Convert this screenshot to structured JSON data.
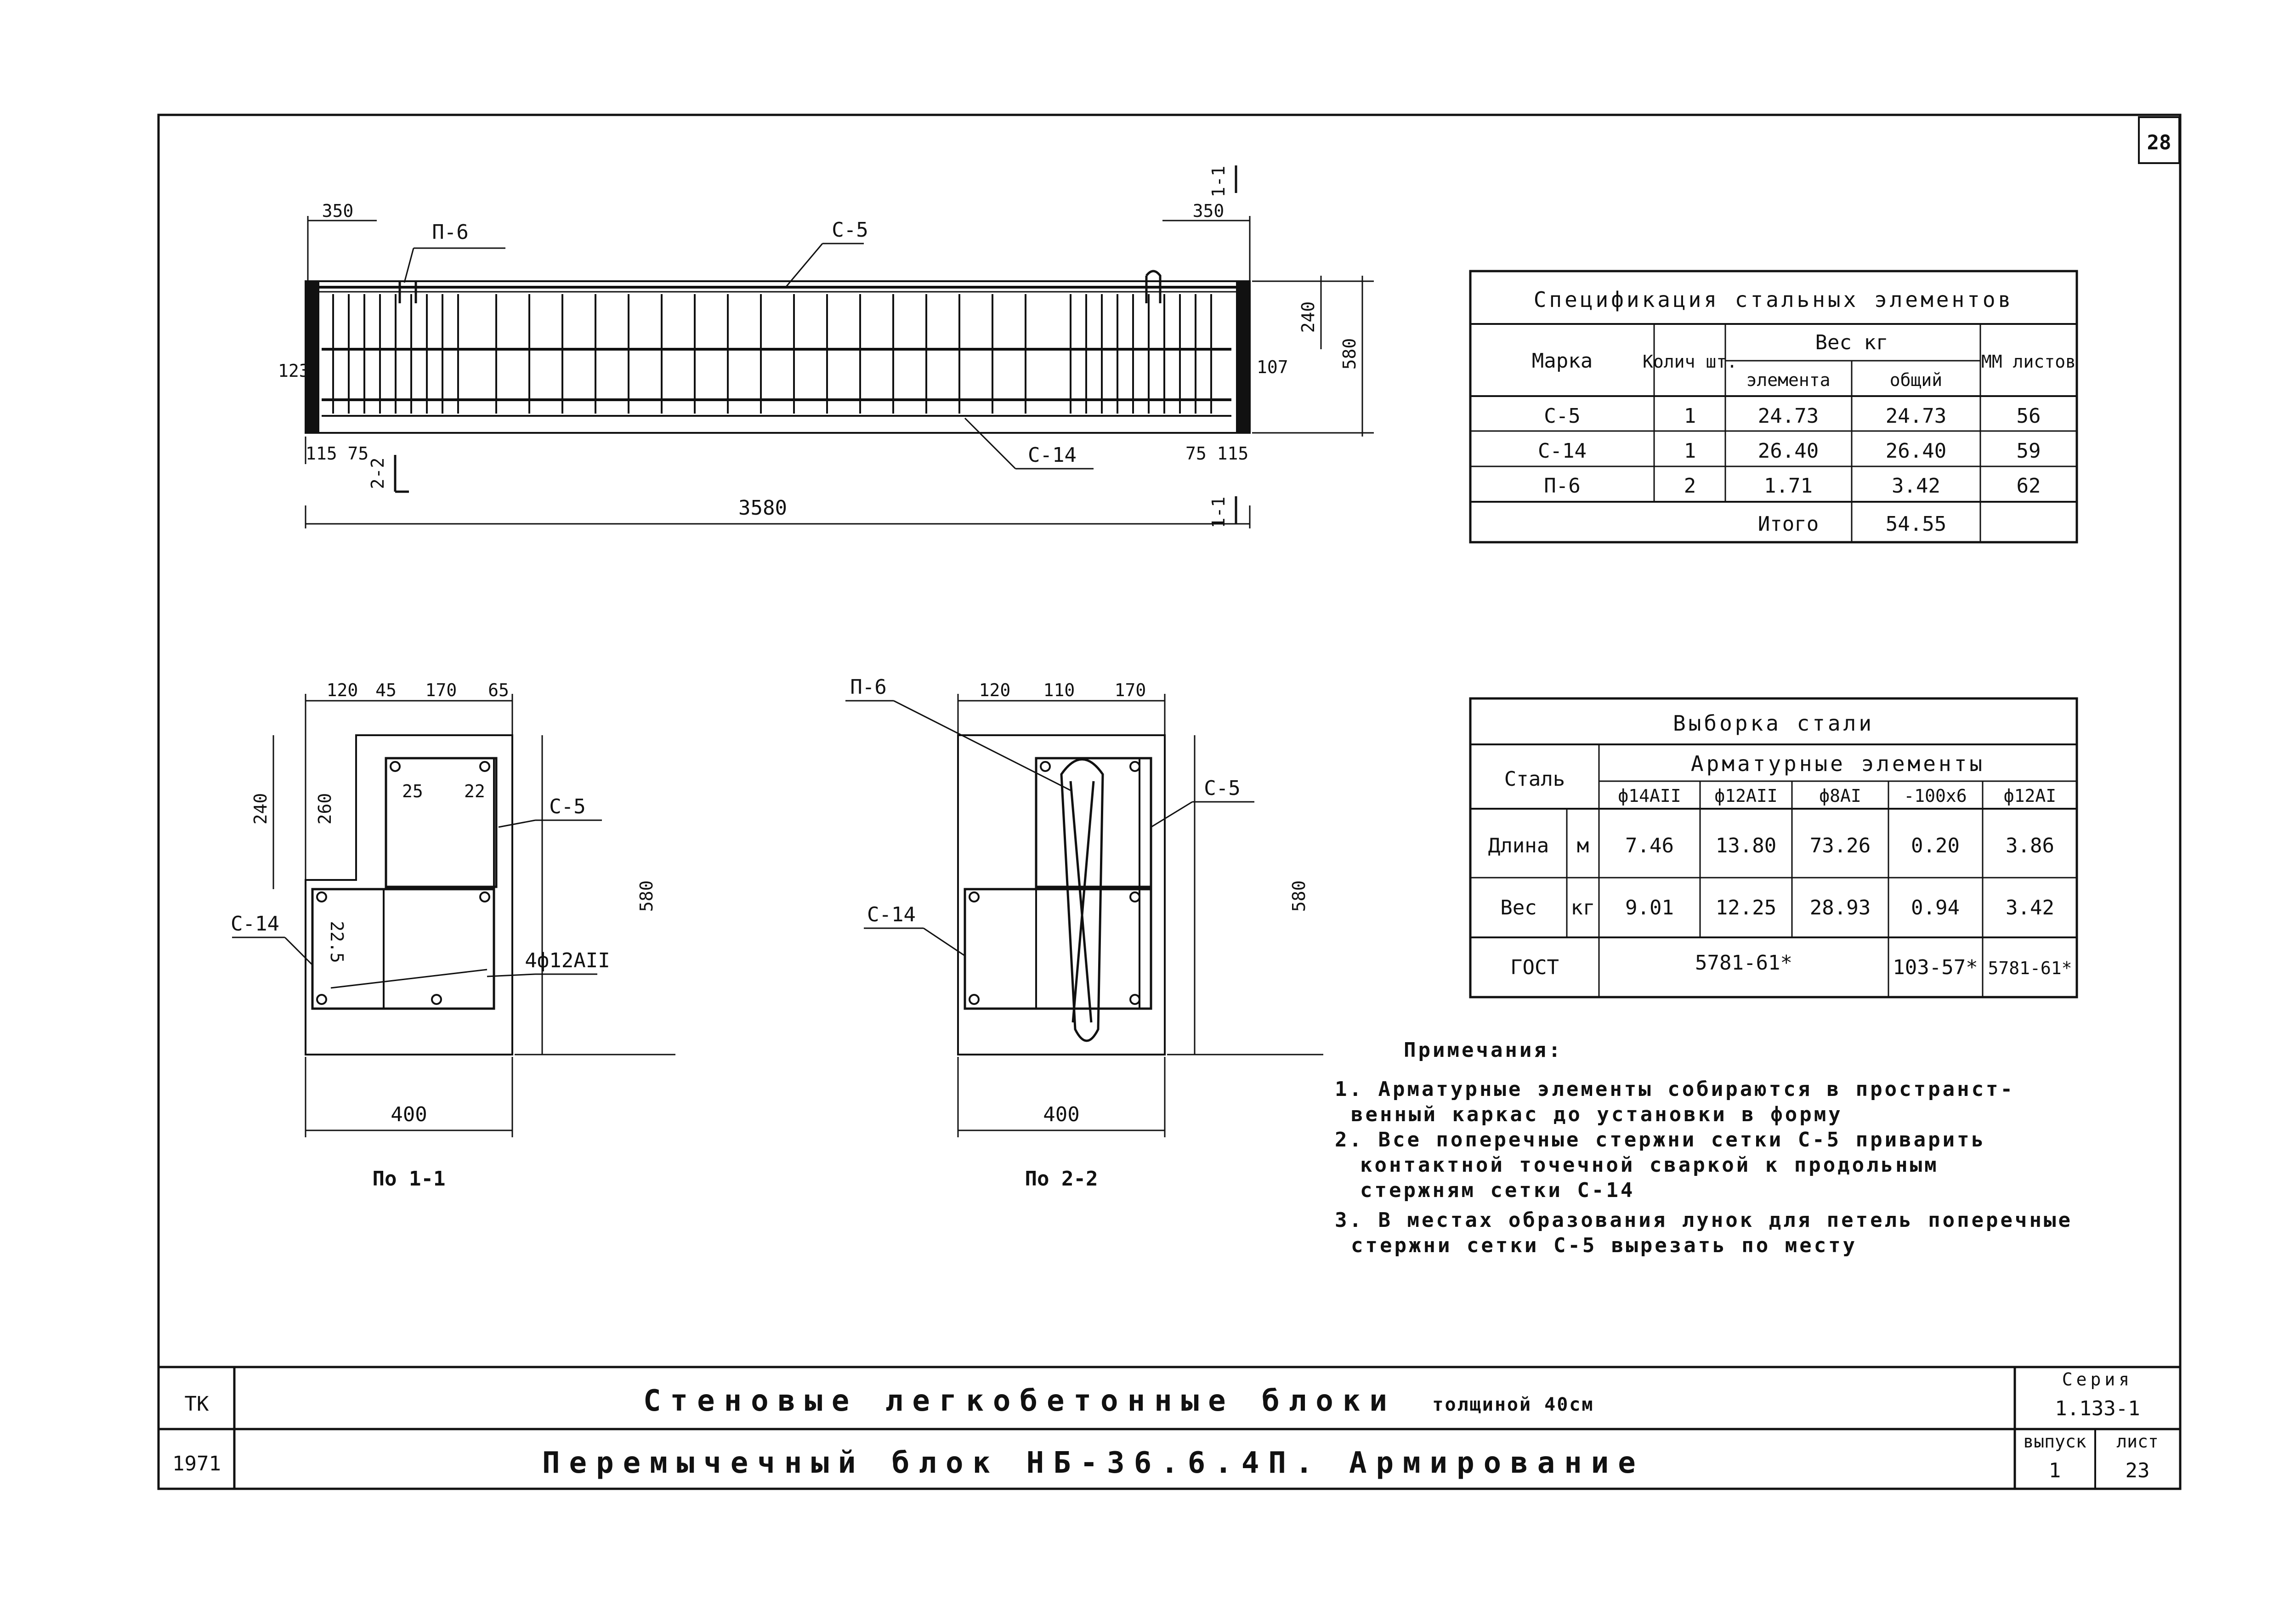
{
  "sheet_number": "28",
  "elevation": {
    "dims": {
      "left_top": "350",
      "right_top": "350",
      "height_top": "240",
      "height_total": "580",
      "left_side": "123",
      "right_side": "107",
      "left_bottom": "115 75",
      "right_bottom": "75 115",
      "length": "3580"
    },
    "labels": {
      "frame": "С-5",
      "loop": "П-6",
      "mesh": "С-14"
    },
    "section_marks": {
      "s1": "1-1",
      "s2": "2-2"
    }
  },
  "spec_table": {
    "title": "Спецификация стальных элементов",
    "headers": {
      "mark": "Марка",
      "qty": "Колич шт.",
      "weight": "Вес кг",
      "element": "элемента",
      "total": "общий",
      "sheets": "ММ листов"
    },
    "rows": [
      {
        "mark": "С-5",
        "qty": "1",
        "element": "24.73",
        "total": "24.73",
        "sheets": "56"
      },
      {
        "mark": "С-14",
        "qty": "1",
        "element": "26.40",
        "total": "26.40",
        "sheets": "59"
      },
      {
        "mark": "П-6",
        "qty": "2",
        "element": "1.71",
        "total": "3.42",
        "sheets": "62"
      }
    ],
    "total_label": "Итого",
    "total_value": "54.55"
  },
  "section1": {
    "dims_top": [
      "120",
      "45",
      "170",
      "65"
    ],
    "dims_left": [
      "240",
      "260"
    ],
    "inner": [
      "25",
      "22",
      "22.5"
    ],
    "height": "580",
    "width": "400",
    "labels": {
      "frame": "С-5",
      "mesh": "С-14",
      "bars": "4ф12АII"
    },
    "caption": "По 1-1"
  },
  "section2": {
    "dims_top": [
      "120",
      "110",
      "170"
    ],
    "height": "580",
    "width": "400",
    "labels": {
      "loop": "П-6",
      "frame": "С-5",
      "mesh": "С-14"
    },
    "caption": "По 2-2"
  },
  "steel_table": {
    "title": "Выборка стали",
    "steel_header": "Сталь",
    "group_header": "Арматурные элементы",
    "cols": [
      "ф14АII",
      "ф12АII",
      "ф8АI",
      "-100х6",
      "ф12АI"
    ],
    "rows": [
      {
        "label": "Длина",
        "unit": "м",
        "values": [
          "7.46",
          "13.80",
          "73.26",
          "0.20",
          "3.86"
        ]
      },
      {
        "label": "Вес",
        "unit": "кг",
        "values": [
          "9.01",
          "12.25",
          "28.93",
          "0.94",
          "3.42"
        ]
      }
    ],
    "gost_label": "ГОСТ",
    "gost": [
      "5781-61*",
      "103-57*",
      "5781-61*"
    ]
  },
  "notes": {
    "title": "Примечания:",
    "lines": [
      "1. Арматурные элементы собираются в пространст-",
      "венный каркас до установки в форму",
      "2. Все поперечные стержни сетки С-5 приварить",
      "контактной точечной сваркой к продольным",
      "стержням сетки С-14",
      "3. В местах образования лунок для петель поперечные",
      "стержни сетки С-5 вырезать по месту"
    ]
  },
  "title_block": {
    "org": "ТК",
    "year": "1971",
    "title1": "Стеновые легкобетонные блоки",
    "title1_suffix": "толщиной 40см",
    "title2": "Перемычечный блок НБ-36.6.4П. Армирование",
    "series_label": "Серия",
    "series": "1.133-1",
    "issue_label": "выпуск",
    "issue": "1",
    "sheet_label": "лист",
    "sheet": "23"
  }
}
